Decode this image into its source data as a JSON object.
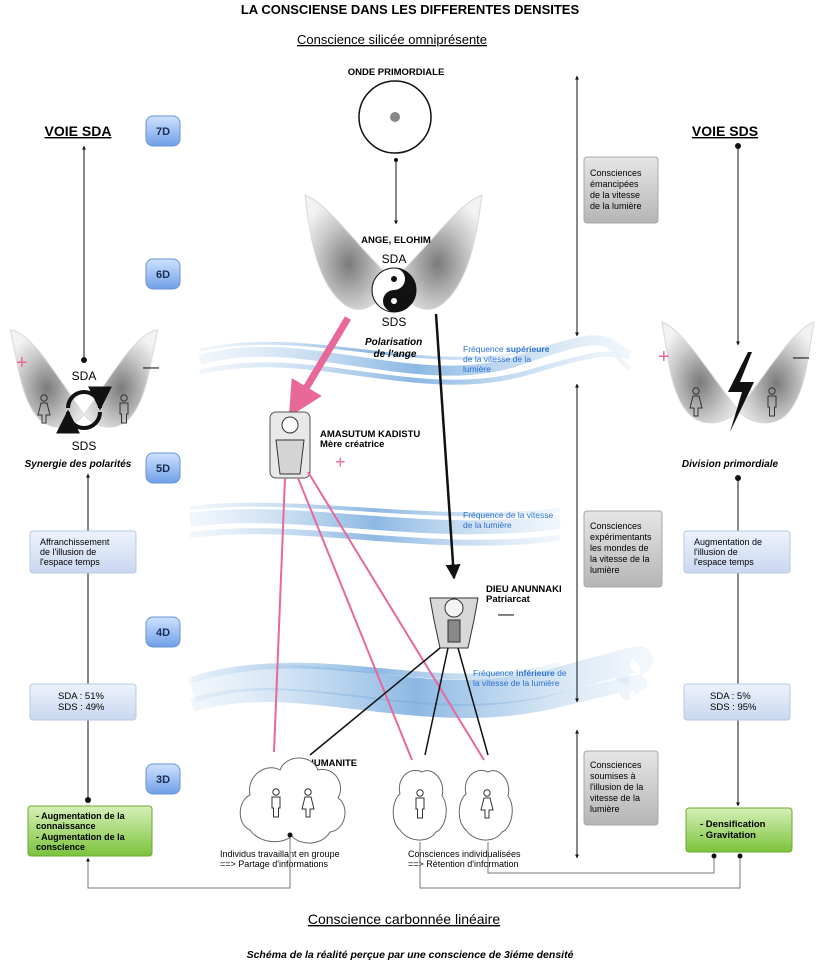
{
  "title": "LA CONSCIENSE DANS LES DIFFERENTES DENSITES",
  "top_label": "Conscience silicée omniprésente",
  "bottom_label": "Conscience carbonnée linéaire",
  "caption": "Schéma de la réalité perçue par une conscience de 3iéme densité",
  "densities": [
    "7D",
    "6D",
    "5D",
    "4D",
    "3D"
  ],
  "voie_sda": {
    "title": "VOIE SDA",
    "wings_top": "SDA",
    "wings_bottom": "SDS",
    "caption": "Synergie des polarités",
    "box1": [
      "Affranchissement",
      "de l'illusion de",
      "l'espace temps"
    ],
    "box2": [
      "SDA : 51%",
      "SDS : 49%"
    ],
    "box3": [
      "- Augmentation de la",
      "connaissance",
      "- Augmentation de la",
      "conscience"
    ]
  },
  "voie_sds": {
    "title": "VOIE SDS",
    "caption": "Division primordiale",
    "box1": [
      "Augmentation de",
      "l'illusion de",
      "l'espace temps"
    ],
    "box2": [
      "SDA : 5%",
      "SDS : 95%"
    ],
    "box3": [
      "- Densification",
      "- Gravitation"
    ]
  },
  "onde": "ONDE PRIMORDIALE",
  "ange": {
    "title": "ANGE, ELOHIM",
    "sda": "SDA",
    "sds": "SDS",
    "caption": [
      "Polarisation",
      "de l'ange"
    ]
  },
  "amasutum": {
    "title": "AMASUTUM KADISTU",
    "subtitle": "Mère créatrice"
  },
  "anunnaki": {
    "title": "DIEU ANUNNAKI",
    "subtitle": "Patriarcat"
  },
  "humanite": "HUMANITE",
  "freq_sup": {
    "before": "Fréquence ",
    "strong": "supérieure",
    "line2": "de la vitesse de la",
    "line3": "lumière"
  },
  "freq_mid": {
    "line1": "Fréquence de la vitesse",
    "line2": "de la lumière"
  },
  "freq_inf": {
    "before": "Fréquence ",
    "strong": "inférieure",
    "after": " de",
    "line2": "la vitesse de la lumière"
  },
  "right_boxes": [
    [
      "Consciences",
      "émancipées",
      "de la vitesse",
      "de la lumière"
    ],
    [
      "Consciences",
      "expérimentants",
      "les mondes de",
      "la vitesse de la",
      "lumière"
    ],
    [
      "Consciences",
      "soumises à",
      "l'illusion de la",
      "vitesse de la",
      "lumière"
    ]
  ],
  "groups": {
    "group": [
      "Individus travaillant en groupe",
      "==> Partage d'informations"
    ],
    "individual": [
      "Consciences individualisées",
      "==> Rétention d'information"
    ]
  },
  "symbols": {
    "plus": "+",
    "minus": "—"
  },
  "colors": {
    "pink": "#e8689a",
    "blue_box": "#dce6f6",
    "green_box": "#8fcf4a",
    "grey_box": "#c4c4c4",
    "badge": "#7eaef0"
  }
}
